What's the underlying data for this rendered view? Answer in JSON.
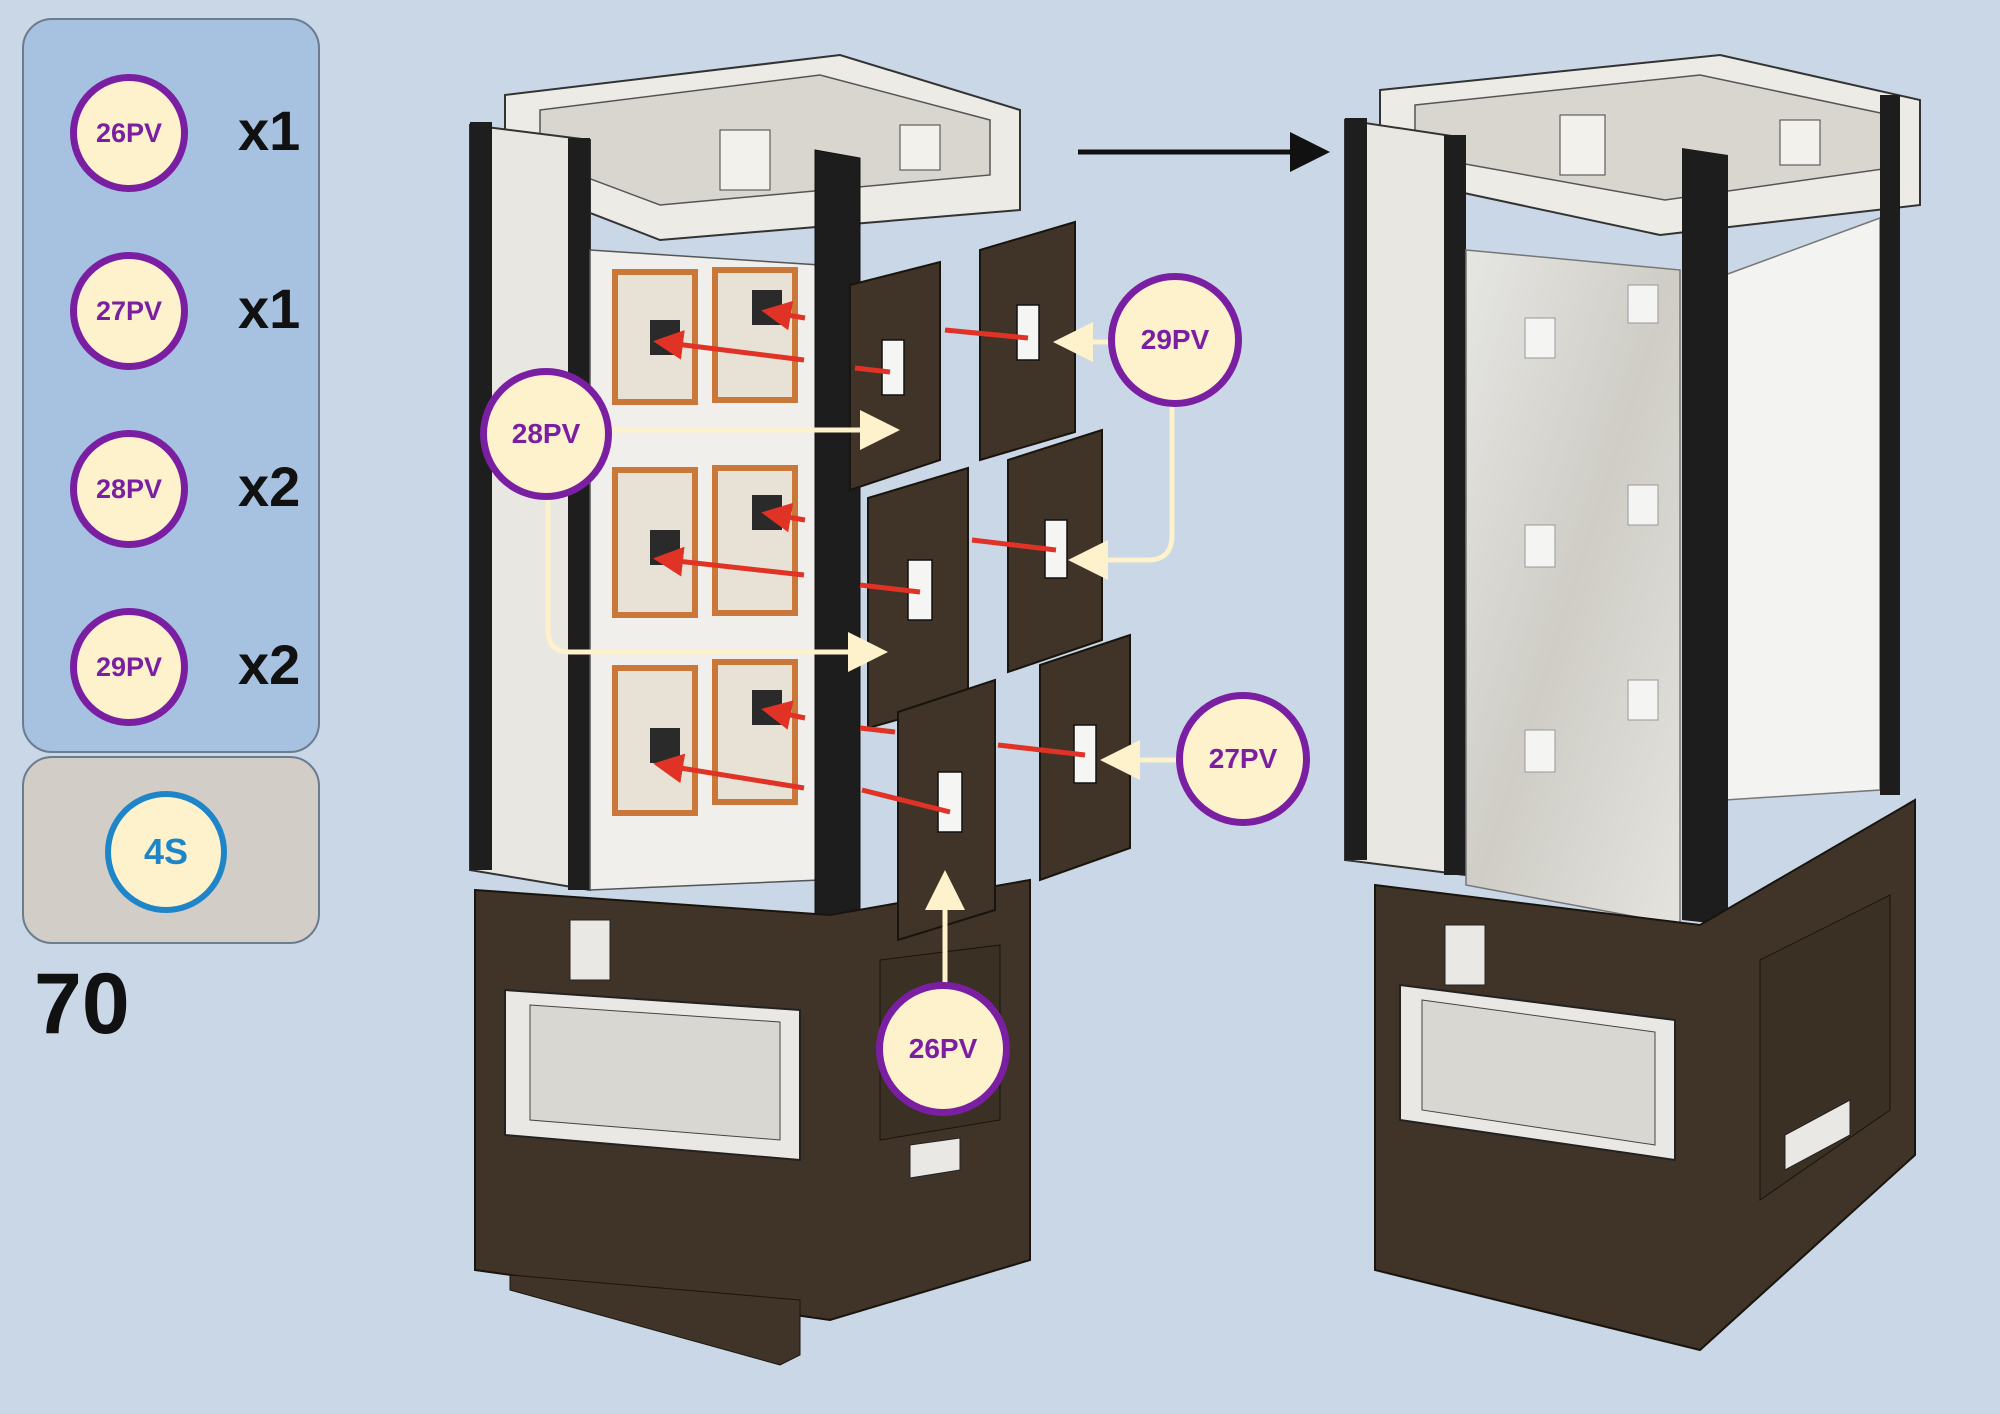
{
  "parts": [
    {
      "code": "26PV",
      "qty": "x1"
    },
    {
      "code": "27PV",
      "qty": "x1"
    },
    {
      "code": "28PV",
      "qty": "x2"
    },
    {
      "code": "29PV",
      "qty": "x2"
    }
  ],
  "tool": {
    "code": "4S"
  },
  "step": "70",
  "callouts": {
    "c28": "28PV",
    "c29": "29PV",
    "c27": "27PV",
    "c26": "26PV"
  },
  "colors": {
    "part_ring": "#7a1fa2",
    "tool_ring": "#1e86c8",
    "badge_fill": "#fdf2cc",
    "panel_brown": "#3f3427",
    "guide_red": "#e03326"
  }
}
